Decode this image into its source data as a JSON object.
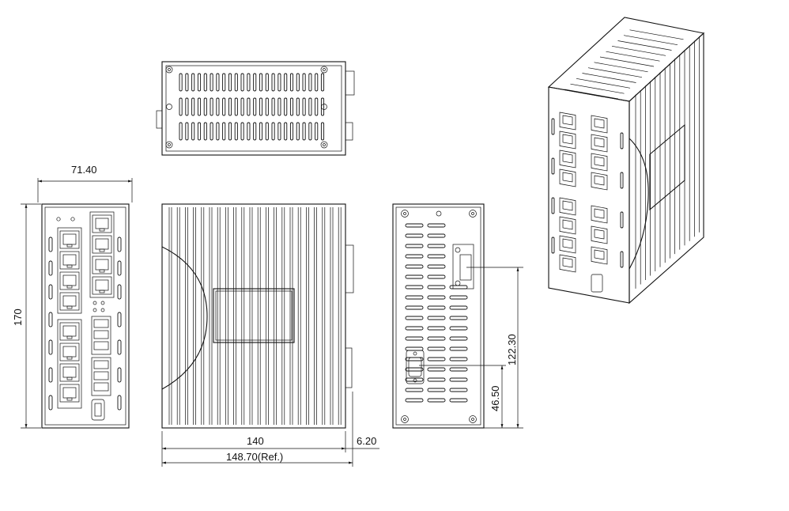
{
  "dimensions": {
    "width": "71.40",
    "height": "170",
    "length": "140",
    "protrusion": "6.20",
    "total_length": "148.70(Ref.)",
    "upper_connector_height": "122.30",
    "lower_connector_height": "46.50"
  },
  "views": [
    "top-view",
    "front-view",
    "side-view",
    "rear-view",
    "isometric-view"
  ]
}
